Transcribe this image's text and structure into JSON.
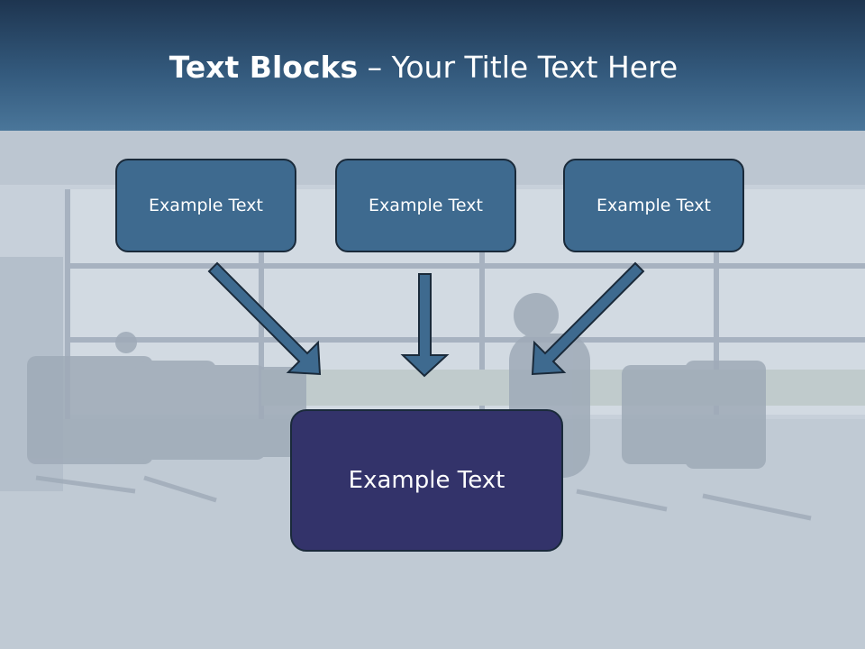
{
  "slide": {
    "title_bold": "Text Blocks",
    "title_separator": " – ",
    "title_rest": "Your Title Text Here"
  },
  "diagram": {
    "top_boxes": [
      {
        "label": "Example Text"
      },
      {
        "label": "Example Text"
      },
      {
        "label": "Example Text"
      }
    ],
    "bottom_box": {
      "label": "Example Text"
    }
  },
  "colors": {
    "header": "#33597c",
    "top_box_fill": "#3e6a8f",
    "bottom_box_fill": "#33336a",
    "arrow_fill": "#3e6a8f"
  }
}
